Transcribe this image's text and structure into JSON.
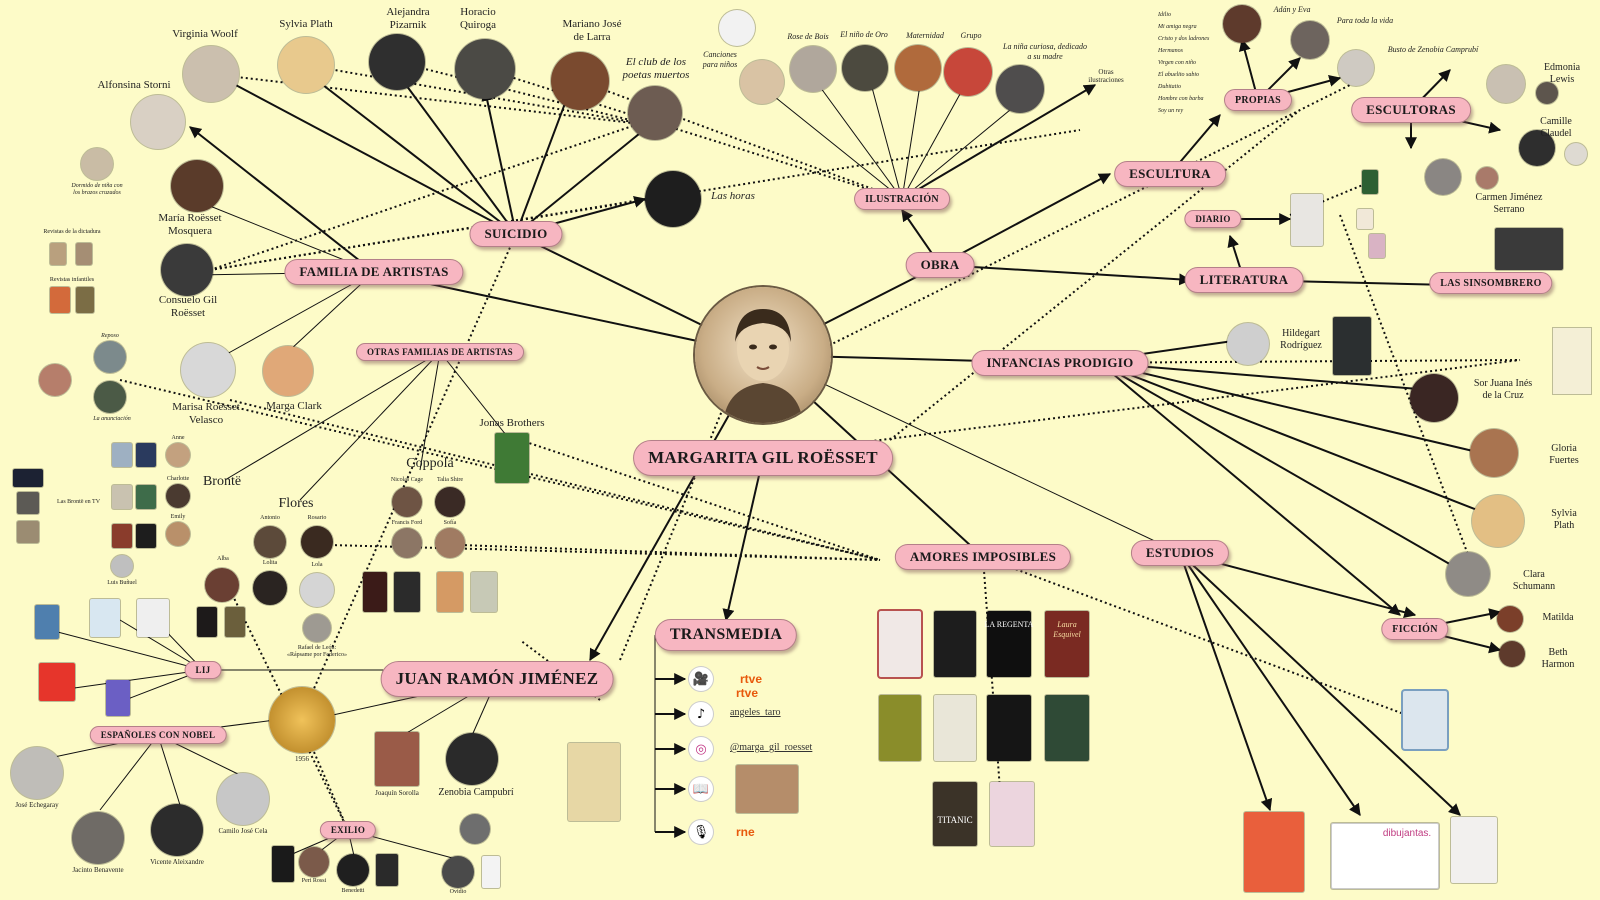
{
  "center": {
    "title": "MARGARITA GIL ROËSSET"
  },
  "hubs": {
    "suicidio": "SUICIDIO",
    "familia": "FAMILIA DE ARTISTAS",
    "otras_familias": "OTRAS FAMILIAS DE ARTISTAS",
    "ilustracion": "ILUSTRACIÓN",
    "obra": "OBRA",
    "escultura": "ESCULTURA",
    "propias": "PROPIAS",
    "escultoras": "ESCULTORAS",
    "diario": "DIARIO",
    "literatura": "LITERATURA",
    "sinsombrero": "LAS SINSOMBRERO",
    "infancias": "INFANCIAS PRODIGIO",
    "amores": "AMORES IMPOSIBLES",
    "estudios": "ESTUDIOS",
    "ficcion": "FICCIÓN",
    "transmedia": "TRANSMEDIA",
    "jrj": "JUAN RAMÓN JIMÉNEZ",
    "lij": "LIJ",
    "nobel": "ESPAÑOLES CON NOBEL",
    "exilio": "EXILIO"
  },
  "labels": {
    "virginia": "Virginia Woolf",
    "sylvia_top": "Sylvia Plath",
    "alejandra": "Alejandra\nPizarnik",
    "horacio": "Horacio\nQuiroga",
    "mariano": "Mariano José\nde Larra",
    "club": "El club de los\npoetas muertos",
    "alfonsina": "Alfonsina Storni",
    "canciones": "Canciones\npara niños",
    "rose": "Rose de Bois",
    "nino_oro": "El niño de Oro",
    "maternidad": "Maternidad",
    "grupo": "Grupo",
    "nina_curiosa": "La niña curiosa, dedicado\na su madre",
    "otras_ilustraciones": "Otras\nilustraciones",
    "adan": "Adán y Eva",
    "para_toda": "Para toda la vida",
    "busto": "Busto de Zenobia Camprubí",
    "edmonia": "Edmonia Lewis",
    "camille": "Camille Claudel",
    "carmen": "Carmen Jiménez Serrano",
    "las_horas": "Las horas",
    "dormido": "Dormido de niña con\nlos brazos cruzados",
    "revistas_dictadura": "Revistas de la dictadura",
    "revistas_infantiles": "Revistas infantiles",
    "maria_roesset": "María Roësset\nMosquera",
    "consuelo": "Consuelo Gil\nRoësset",
    "marisa": "Marisa Roësset\nVelasco",
    "marga_clark": "Marga Clark",
    "reposo": "Reposo",
    "anunciacion": "La anunciación",
    "jonas": "Jonas Brothers",
    "bronte": "Brontë",
    "anne": "Anne",
    "charlotte": "Charlotte",
    "emily": "Emily",
    "bronte_tv": "Las Brontë en TV",
    "coppola": "Coppola",
    "nicolas": "Nicolas Cage",
    "talia": "Talia Shire",
    "francis": "Francis Ford",
    "sofia": "Sofía",
    "flores": "Flores",
    "antonio": "Antonio",
    "rosario": "Rosario",
    "alba": "Alba",
    "lolita": "Lolita",
    "lola": "Lola",
    "bunuel": "Luis Buñuel",
    "rafael": "Rafael de León:\n«Rápsame por Federico»",
    "hildegart": "Hildegart\nRodríguez",
    "sor_juana": "Sor Juana Inés\nde la Cruz",
    "gloria": "Gloria Fuertes",
    "sylvia_right": "Sylvia Plath",
    "clara": "Clara Schumann",
    "matilda": "Matilda",
    "beth": "Beth Harmon",
    "year": "1956",
    "sorolla": "Joaquín Sorolla",
    "zenobia": "Zenobia Campubrí",
    "echegaray": "José Echegaray",
    "benavente": "Jacinto Benavente",
    "aleixandre": "Vicente Aleixandre",
    "cela": "Camilo José Cela",
    "peri_rossi": "Peri Rossi",
    "benedetti": "Benedetti",
    "ovidio": "Ovidio",
    "tiktok": "angeles_taro",
    "instagram": "@marga_gil_roesset",
    "rtve": "rtve",
    "rne": "rne",
    "dibujantas": "dibujantas.",
    "titanic": "TITANIC",
    "regenta": "LA REGENTA",
    "laura": "Laura\nEsquivel"
  },
  "ilustraciones_list": [
    "Idilio",
    "Mi amiga negra",
    "Cristo y dos ladrones",
    "Hermanos",
    "Virgen con niño",
    "El abuelito sabio",
    "Dubitatio",
    "Hombre con barba",
    "Soy un rey"
  ],
  "colors": {
    "background": "#fdfbc8",
    "hub": "#f7b6c1",
    "hub_border": "#b48089",
    "line": "#111111"
  }
}
